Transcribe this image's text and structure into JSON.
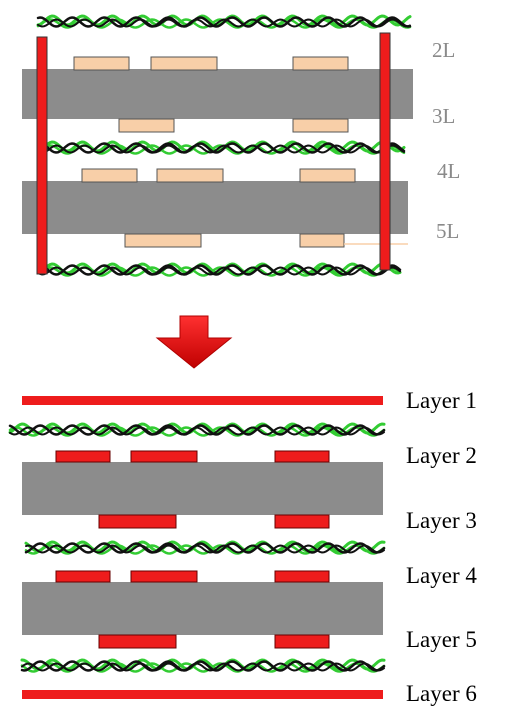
{
  "top_labels": [
    "2L",
    "3L",
    "4L",
    "5L"
  ],
  "bottom_labels": [
    "Layer 1",
    "Layer 2",
    "Layer 3",
    "Layer 4",
    "Layer 5",
    "Layer 6"
  ],
  "colors": {
    "core": "#8c8c8c",
    "pad_top": "#f8cfa8",
    "pad_bottom": "#ee1c1c",
    "foil": "#ee1c1c",
    "arrow": "#e01515",
    "fiber_green": "#33cc33",
    "fiber_black": "#111111",
    "label_top": "#8a8a8a",
    "label_bottom": "#000000"
  },
  "icons": [
    "down-arrow-icon"
  ]
}
